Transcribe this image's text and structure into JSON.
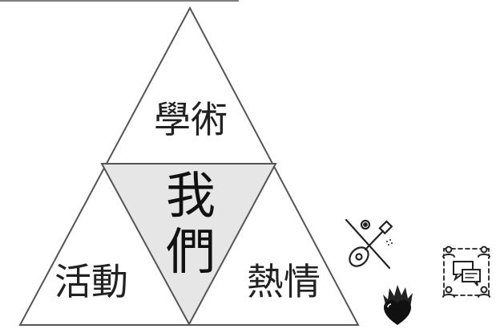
{
  "diagram": {
    "top_label": "學術",
    "left_label": "活動",
    "right_label": "熱情",
    "center_label_line1": "我",
    "center_label_line2": "們",
    "colors": {
      "stroke": "#555555",
      "center_fill": "#e6e6e6",
      "text": "#222222",
      "icon": "#222222"
    }
  },
  "icons": [
    {
      "name": "guitar-icon",
      "meaning": "music"
    },
    {
      "name": "flame-heart-icon",
      "meaning": "passion"
    },
    {
      "name": "group-chat-icon",
      "meaning": "discussion"
    }
  ]
}
